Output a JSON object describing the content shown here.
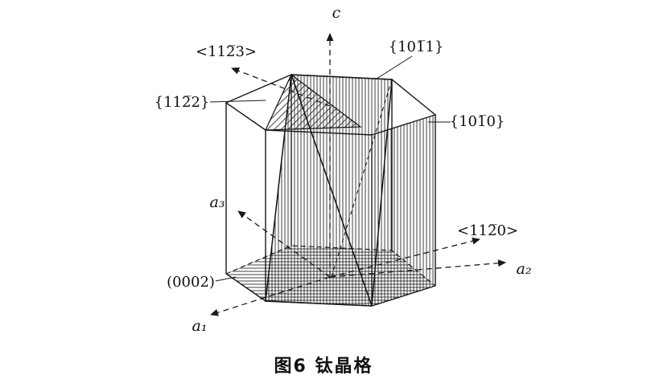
{
  "caption": "图6 钛晶格",
  "labels": {
    "axis_c": "c",
    "axis_a1": "a₁",
    "axis_a2": "a₂",
    "axis_a3": "a₃",
    "dir_1123": "<112̅3>",
    "dir_1120": "<112̅0>",
    "plane_1011": "{101̅1}",
    "plane_1122": "{112̅2}",
    "plane_1010": "{101̅0}",
    "plane_0002": "(0002)"
  },
  "colors": {
    "ink": "#1a1a1a",
    "background": "#ffffff"
  }
}
